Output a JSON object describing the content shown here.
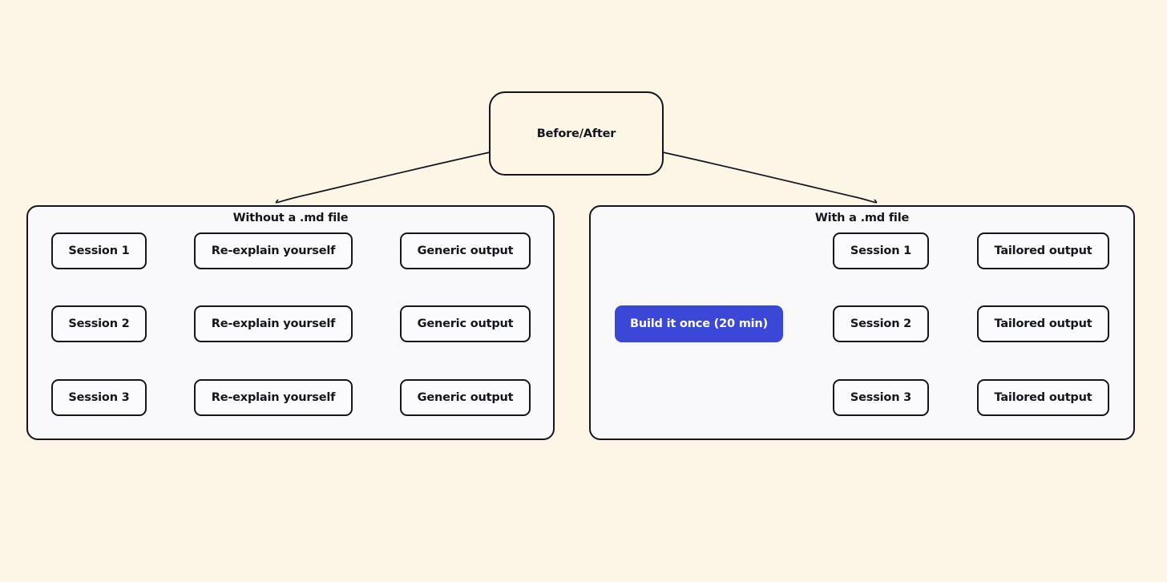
{
  "diagram": {
    "title": "Before/After",
    "background_color": "#fdf6e6",
    "accent_color": "#3b47d6",
    "line_color": "#15161c",
    "panel_fill": "#f9f9fb",
    "root": {
      "label": "Before/After"
    },
    "panels": [
      {
        "id": "without",
        "label": "Without a .md file",
        "rows": [
          {
            "session": "Session 1",
            "middle": "Re-explain yourself",
            "output": "Generic output"
          },
          {
            "session": "Session 2",
            "middle": "Re-explain yourself",
            "output": "Generic output"
          },
          {
            "session": "Session 3",
            "middle": "Re-explain yourself",
            "output": "Generic output"
          }
        ]
      },
      {
        "id": "with",
        "label": "With a .md file",
        "source": "Build it once (20 min)",
        "rows": [
          {
            "session": "Session 1",
            "output": "Tailored output"
          },
          {
            "session": "Session 2",
            "output": "Tailored output"
          },
          {
            "session": "Session 3",
            "output": "Tailored output"
          }
        ]
      }
    ]
  }
}
